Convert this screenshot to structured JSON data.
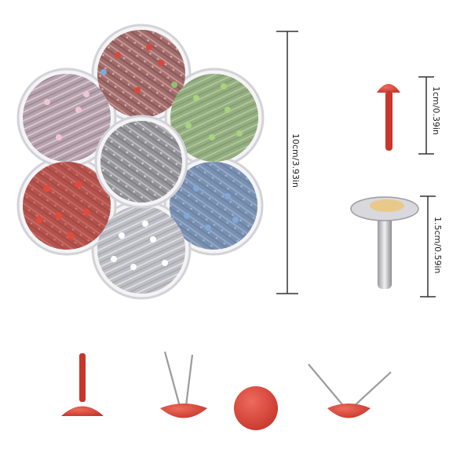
{
  "dimensions": {
    "box_diameter_label": "10cm/3.93in",
    "red_brad_height_label": "1cm/0.39in",
    "silver_brad_height_label": "1.5cm/0.59in"
  },
  "colors": {
    "background": "#ffffff",
    "compartment_red": "#c9362b",
    "compartment_green": "#8fc06a",
    "compartment_blue": "#6f95c7",
    "compartment_white": "#e9e9ee",
    "compartment_pink": "#e7b3c3",
    "compartment_silver": "#a8a8ad",
    "brad_red": "#d9473a",
    "brad_silver": "#c8c8cc"
  }
}
